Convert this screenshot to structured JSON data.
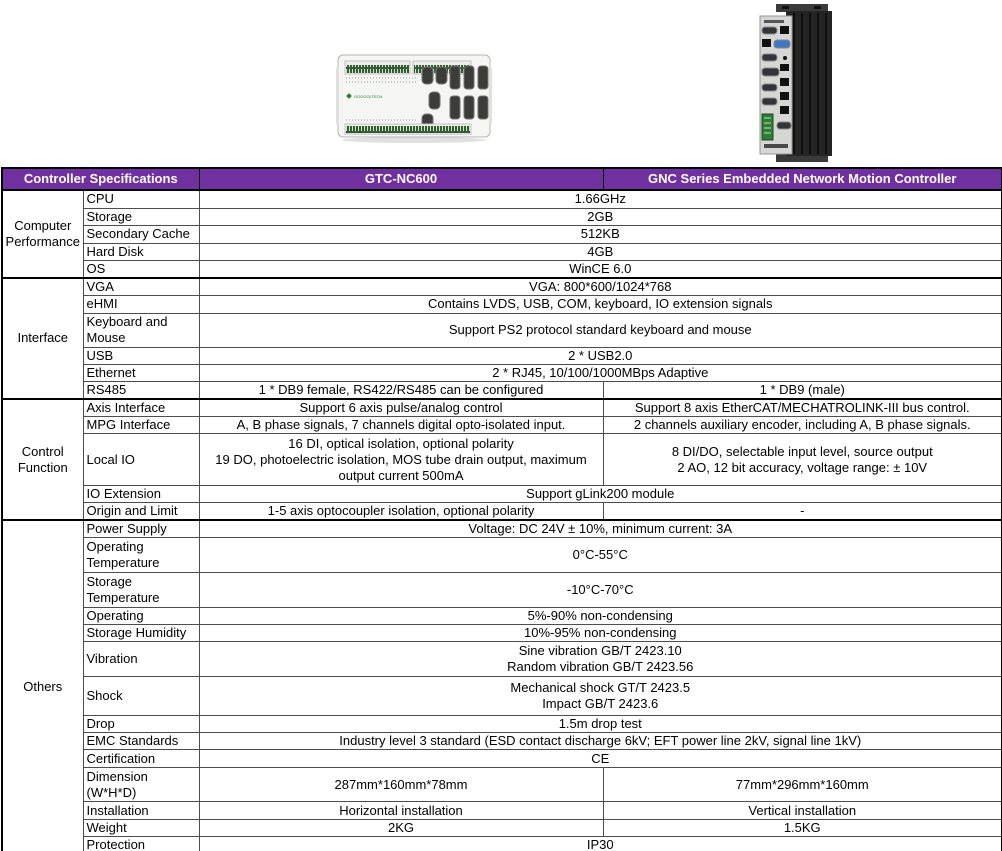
{
  "products": {
    "left_device": {
      "logo_text": "GOOGOLTECH"
    }
  },
  "spec_table": {
    "colors": {
      "header_bg": "#7030A0",
      "header_text": "#FFFFFF"
    },
    "header": {
      "col1": "Controller Specifications",
      "col2": "GTC-NC600",
      "col3": "GNC Series Embedded Network Motion Controller"
    },
    "groups": [
      {
        "category": "Computer Performance",
        "rows": [
          {
            "label": "CPU",
            "merged": "1.66GHz"
          },
          {
            "label": "Storage",
            "merged": "2GB"
          },
          {
            "label": "Secondary Cache",
            "merged": "512KB"
          },
          {
            "label": "Hard Disk",
            "merged": "4GB"
          },
          {
            "label": "OS",
            "merged": "WinCE 6.0"
          }
        ]
      },
      {
        "category": "Interface",
        "rows": [
          {
            "label": "VGA",
            "merged": "VGA: 800*600/1024*768"
          },
          {
            "label": "eHMI",
            "merged": "Contains LVDS, USB, COM, keyboard, IO extension signals"
          },
          {
            "label": "Keyboard and Mouse",
            "merged": "Support PS2 protocol standard keyboard and mouse"
          },
          {
            "label": "USB",
            "merged": "2 * USB2.0"
          },
          {
            "label": "Ethernet",
            "merged": "2 * RJ45, 10/100/1000MBps Adaptive"
          },
          {
            "label": "RS485",
            "value1": "1 * DB9 female, RS422/RS485 can be configured",
            "value2": "1 * DB9 (male)"
          }
        ]
      },
      {
        "category": "Control Function",
        "rows": [
          {
            "label": "Axis Interface",
            "value1": "Support 6 axis pulse/analog control",
            "value2": "Support 8 axis EtherCAT/MECHATROLINK-III bus control."
          },
          {
            "label": "MPG Interface",
            "value1": "A, B phase signals, 7 channels digital opto-isolated input.",
            "value2": "2 channels auxiliary encoder, including A, B phase signals."
          },
          {
            "label": "Local IO",
            "value1_lines": [
              "16 DI, optical isolation, optional polarity",
              "19 DO, photoelectric isolation, MOS tube drain output, maximum output current 500mA"
            ],
            "value2_lines": [
              "8 DI/DO, selectable input level, source output",
              "2 AO, 12 bit accuracy, voltage range: ± 10V"
            ]
          },
          {
            "label": "IO Extension",
            "merged": "Support gLink200 module"
          },
          {
            "label": "Origin and Limit",
            "value1": "1-5 axis optocoupler isolation, optional polarity",
            "value2": "-"
          }
        ]
      },
      {
        "category": "Others",
        "rows": [
          {
            "label": "Power Supply",
            "merged": "Voltage: DC 24V ± 10%, minimum current: 3A"
          },
          {
            "label": "Operating Temperature",
            "merged": "0°C-55°C"
          },
          {
            "label": "Storage Temperature",
            "merged": "-10°C-70°C"
          },
          {
            "label": "Operating",
            "merged": "5%-90% non-condensing"
          },
          {
            "label": "Storage Humidity",
            "merged": "10%-95% non-condensing"
          },
          {
            "label": "Vibration",
            "merged_lines": [
              "Sine vibration GB/T 2423.10",
              "Random vibration GB/T 2423.56"
            ]
          },
          {
            "label": "Shock",
            "merged_lines": [
              "Mechanical shock GT/T 2423.5",
              "Impact GB/T 2423.6"
            ]
          },
          {
            "label": "Drop",
            "merged": "1.5m drop test"
          },
          {
            "label": "EMC Standards",
            "merged": "Industry level 3 standard (ESD contact discharge 6kV; EFT power line 2kV, signal line 1kV)"
          },
          {
            "label": "Certification",
            "merged": "CE"
          },
          {
            "label": "Dimension (W*H*D)",
            "value1": "287mm*160mm*78mm",
            "value2": "77mm*296mm*160mm"
          },
          {
            "label": "Installation",
            "value1": "Horizontal installation",
            "value2": "Vertical installation"
          },
          {
            "label": "Weight",
            "value1": "2KG",
            "value2": "1.5KG"
          },
          {
            "label": "Protection",
            "merged": "IP30"
          }
        ]
      }
    ]
  }
}
